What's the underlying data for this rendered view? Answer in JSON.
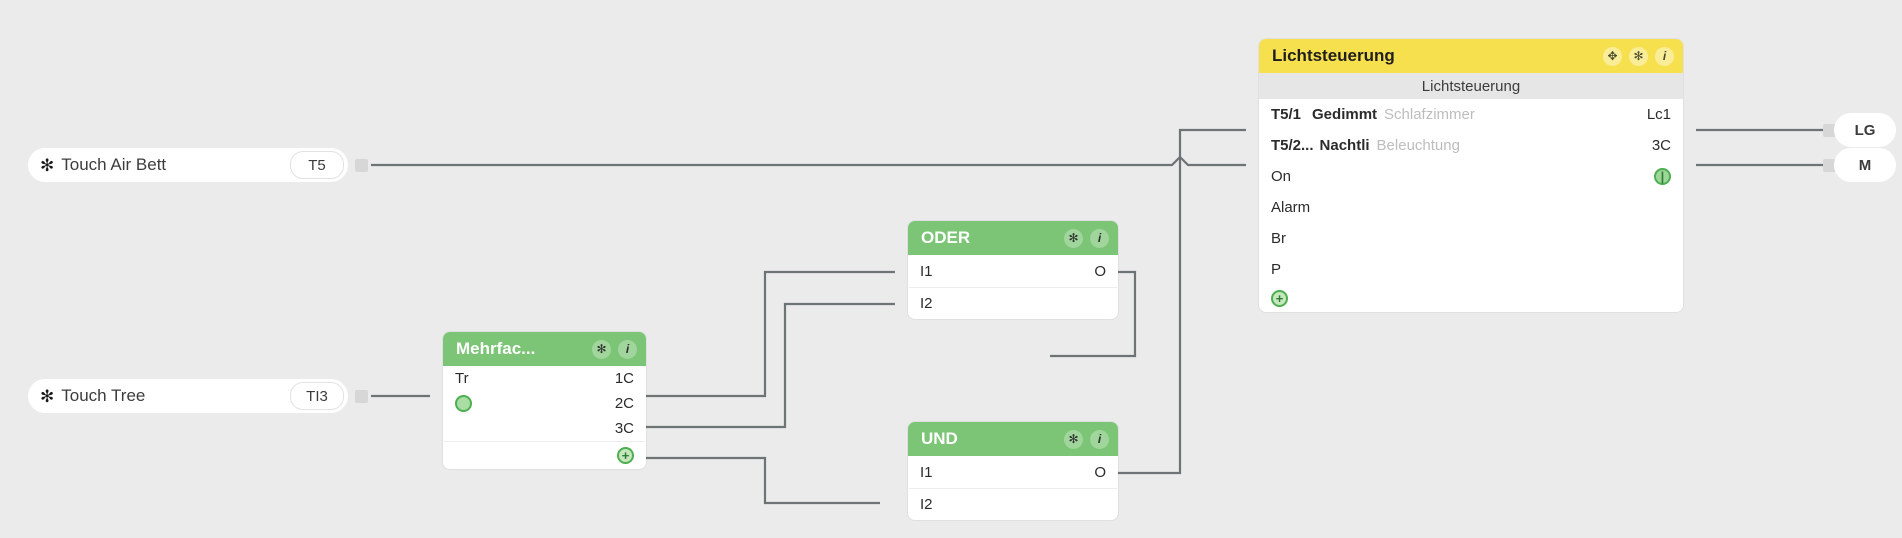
{
  "canvas": {
    "background": "#ebebeb",
    "wire_color": "#6e7375"
  },
  "colors": {
    "green_header": "#7cc576",
    "yellow_header": "#f7e04e",
    "nub": "#d7d7d7",
    "negated": "#e8352b",
    "accent_green": "#4caf50",
    "watermark": "#bdbdbd"
  },
  "inputs": [
    {
      "icon": "gear-icon",
      "glyph": "✻",
      "label": "Touch Air Bett",
      "badge": "T5"
    },
    {
      "icon": "gear-icon",
      "glyph": "✻",
      "label": "Touch Tree",
      "badge": "TI3"
    }
  ],
  "outputs": [
    {
      "badge": "LG"
    },
    {
      "badge": "M"
    }
  ],
  "blocks": {
    "mehrfach": {
      "title": "Mehrfac...",
      "header_color": "green",
      "icons": [
        {
          "name": "gear-icon",
          "glyph": "✻"
        },
        {
          "name": "info-icon",
          "glyph": "i"
        }
      ],
      "inputs": [
        {
          "label": "Tr"
        }
      ],
      "status_glyph": "dot",
      "outputs": [
        {
          "label": "1C"
        },
        {
          "label": "2C"
        },
        {
          "label": "3C"
        }
      ],
      "footer_glyph": "plus"
    },
    "oder": {
      "title": "ODER",
      "header_color": "green",
      "icons": [
        {
          "name": "gear-icon",
          "glyph": "✻"
        },
        {
          "name": "info-icon",
          "glyph": "i"
        }
      ],
      "inputs": [
        {
          "label": "I1"
        },
        {
          "label": "I2"
        }
      ],
      "outputs": [
        {
          "label": "O"
        }
      ]
    },
    "und": {
      "title": "UND",
      "header_color": "green",
      "icons": [
        {
          "name": "gear-icon",
          "glyph": "✻"
        },
        {
          "name": "info-icon",
          "glyph": "i"
        }
      ],
      "inputs": [
        {
          "label": "I1",
          "negated": false
        },
        {
          "label": "I2",
          "negated": true
        }
      ],
      "outputs": [
        {
          "label": "O"
        }
      ]
    },
    "lichtsteuerung": {
      "title": "Lichtsteuerung",
      "header_color": "yellow",
      "subtitle": "Lichtsteuerung",
      "icons": [
        {
          "name": "move-icon",
          "glyph": "✥"
        },
        {
          "name": "gear-icon",
          "glyph": "✻"
        },
        {
          "name": "info-icon",
          "glyph": "i"
        }
      ],
      "rows": [
        {
          "in": "T5/1",
          "in2": "Gedimmt",
          "watermark": "Schlafzimmer",
          "out": "Lc1"
        },
        {
          "in": "T5/2...",
          "in2": "Nachtli",
          "watermark": "Beleuchtung",
          "out": "3C"
        },
        {
          "in": "On",
          "out_glyph": "power"
        },
        {
          "in": "Alarm"
        },
        {
          "in": "Br"
        },
        {
          "in": "P"
        }
      ],
      "footer_glyph": "plus"
    }
  }
}
